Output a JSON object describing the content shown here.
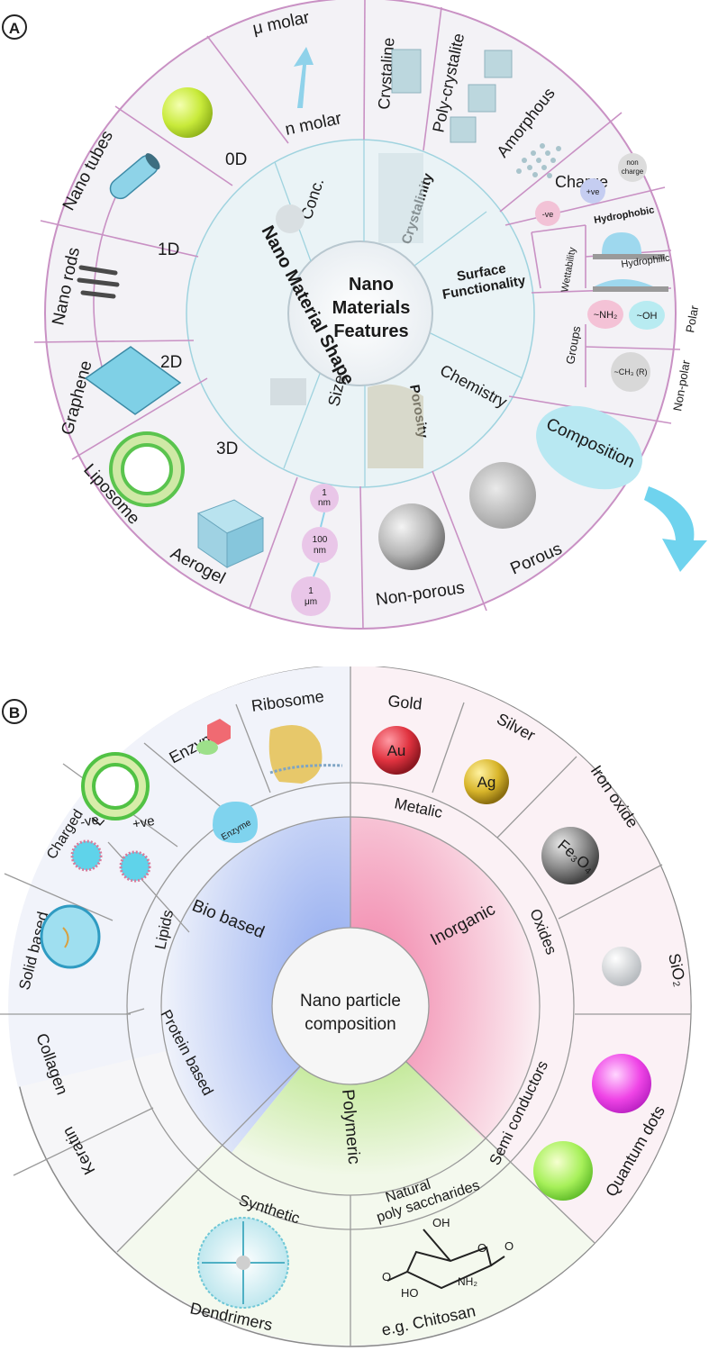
{
  "panel_a": {
    "tag": "A",
    "center": [
      "Nano",
      "Materials",
      "Features"
    ],
    "inner_ring": {
      "shape": "Nano Material Shape",
      "conc": "Conc.",
      "crystalinity": "Crystalinity",
      "surface": [
        "Surface",
        "Functionality"
      ],
      "porosity": "Porosity",
      "size": "Size",
      "chemistry": "Chemistry"
    },
    "outer": {
      "d0": "0D",
      "d1": "1D",
      "d2": "2D",
      "d3": "3D",
      "nano_tubes": "Nano tubes",
      "nano_rods": "Nano rods",
      "graphene": "Graphene",
      "liposome": "Liposome",
      "aerogel": "Aerogel",
      "mu_molar": "μ molar",
      "n_molar": "n molar",
      "crystaline": "Crystaline",
      "poly_crystalite": "Poly-crystalite",
      "amorphous": "Amorphous",
      "charge": "Charge",
      "neg": "-ve",
      "pos": "+ve",
      "non_charge": [
        "non",
        "charge"
      ],
      "wettability": "Wettability",
      "hydrophobic": "Hydrophobic",
      "hydrophilic": "Hydrophilic",
      "groups": "Groups",
      "nh2": "~NH₂",
      "oh": "~OH",
      "polar": "Polar",
      "ch3": "~CH₃ (R)",
      "non_polar": "Non-polar",
      "composition": "Composition",
      "porous": "Porous",
      "non_porous": "Non-porous",
      "size_1nm": [
        "1",
        "nm"
      ],
      "size_100nm": [
        "100",
        "nm"
      ],
      "size_1um": [
        "1",
        "μm"
      ]
    }
  },
  "panel_b": {
    "tag": "B",
    "center": [
      "Nano particle",
      "composition"
    ],
    "middle": {
      "bio": "Bio based",
      "inorganic": "Inorganic",
      "polymeric": "Polymeric"
    },
    "sub": {
      "lipids": "Lipids",
      "protein": "Protein based",
      "metalic": "Metalic",
      "oxides": "Oxides",
      "semi": "Semi conductors",
      "synthetic": "Synthetic",
      "natural": [
        "Natural",
        "poly saccharides"
      ]
    },
    "outer": {
      "ribosome": "Ribosome",
      "enzyme": "Enzyme",
      "enzyme_inner": "Enzyme",
      "liposome": "Liposome",
      "charged": "Charged",
      "neg": "-ve",
      "pos": "+ve",
      "solid_based": "Solid based",
      "collagen": "Collagen",
      "keratin": "Keratin",
      "dendrimers": "Dendrimers",
      "chitosan": "e.g. Chitosan",
      "gold": "Gold",
      "silver": "Silver",
      "iron_oxide": "Iron oxide",
      "sio2": "SiO₂",
      "quantum_dots": "Quantum dots",
      "au": "Au",
      "ag": "Ag",
      "fe3o4": "Fe₃O₄",
      "chitosan_oh": "OH",
      "chitosan_ho": "HO",
      "chitosan_nh2": "NH₂",
      "chitosan_o": "O"
    }
  }
}
